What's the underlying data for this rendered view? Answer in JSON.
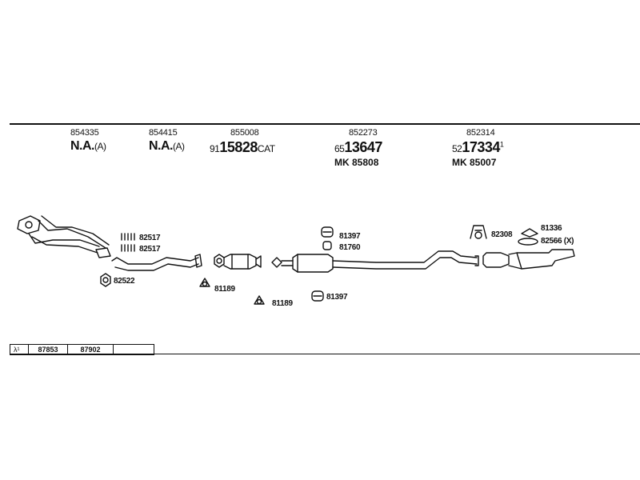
{
  "headers": [
    {
      "part_number": "854335",
      "main_prefix": "N.A.",
      "main_bold": "",
      "main_suffix": "(A)",
      "mk": ""
    },
    {
      "part_number": "854415",
      "main_prefix": "N.A.",
      "main_bold": "",
      "main_suffix": "(A)",
      "mk": ""
    },
    {
      "part_number": "855008",
      "main_prefix": "91",
      "main_bold": "15828",
      "main_suffix": "CAT",
      "mk": ""
    },
    {
      "part_number": "852273",
      "main_prefix": "65",
      "main_bold": "13647",
      "main_suffix": "",
      "mk": "MK 85808"
    },
    {
      "part_number": "852314",
      "main_prefix": "52",
      "main_bold": "17334",
      "main_suffix": "1",
      "mk": "MK 85007"
    }
  ],
  "labels": {
    "clamp_a1": "82517",
    "clamp_a2": "82517",
    "gasket_82522": "82522",
    "gasket_81189_a": "81189",
    "gasket_81189_b": "81189",
    "rubber_81397_a": "81397",
    "rubber_81760": "81760",
    "rubber_81397_b": "81397",
    "clamp_82308": "82308",
    "clamp_81336": "81336",
    "part_82566": "82566 (X)"
  },
  "ref_table": {
    "symbol": "λ¹",
    "cells": [
      "87853",
      "87902",
      ""
    ]
  }
}
